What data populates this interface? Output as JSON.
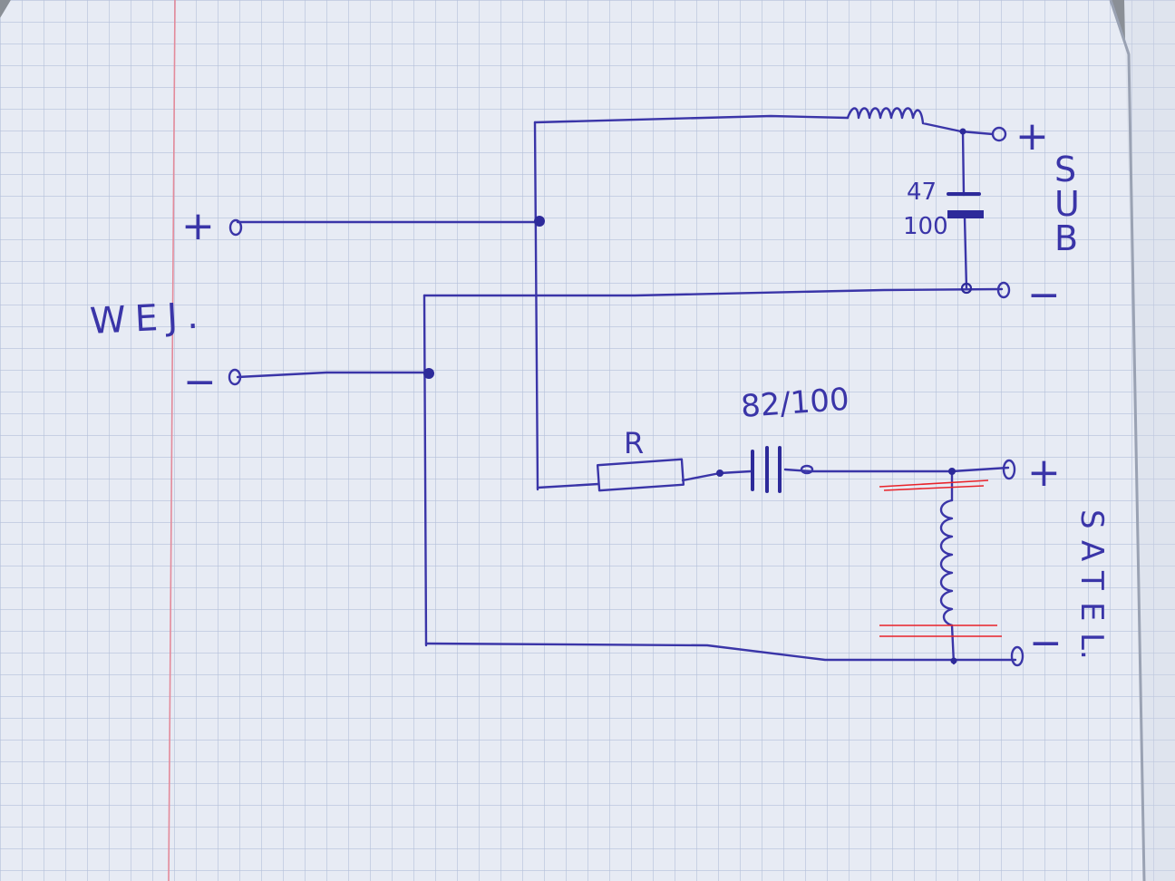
{
  "labels": {
    "input": "WEJ.",
    "input_plus": "+",
    "input_minus": "−",
    "sub_plus": "+",
    "sub_minus": "−",
    "sub_letters": [
      "S",
      "U",
      "B"
    ],
    "cap_sub_top": "47",
    "cap_sub_bottom": "100",
    "resistor": "R",
    "cap_satel": "82/100",
    "satel_plus": "+",
    "satel_minus": "−",
    "satel_letters": [
      "S",
      "A",
      "T",
      "E",
      "L."
    ]
  },
  "colors": {
    "paper": "#e7ebf4",
    "grid": "#b4bfd9",
    "margin": "#e38a9a",
    "ink": "#3a35a8",
    "red_marks": "#e8232a",
    "cover": "#8a8f96"
  }
}
